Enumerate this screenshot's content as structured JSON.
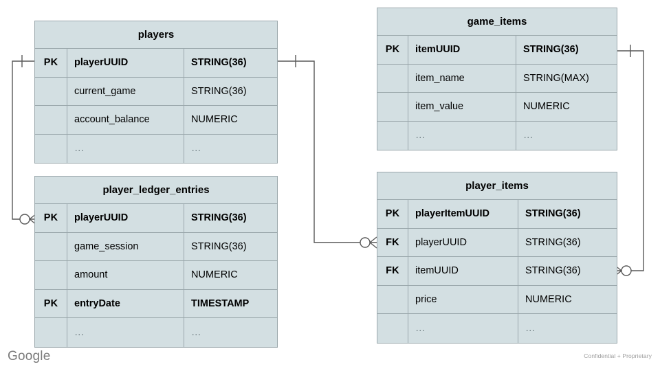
{
  "diagram": {
    "type": "entity-relationship-diagram",
    "colors": {
      "entity_fill": "#d3dfe2",
      "entity_border": "#9aa7ab",
      "connector": "#595959",
      "background": "#ffffff",
      "footer_text": "#7b7b7b"
    },
    "entities": [
      {
        "id": "players",
        "title": "players",
        "attributes": [
          {
            "key": "PK",
            "name": "playerUUID",
            "type": "STRING(36)",
            "bold": true
          },
          {
            "key": "",
            "name": "current_game",
            "type": "STRING(36)",
            "bold": false
          },
          {
            "key": "",
            "name": "account_balance",
            "type": "NUMERIC",
            "bold": false
          },
          {
            "key": "",
            "name": "…",
            "type": "…",
            "bold": false
          }
        ]
      },
      {
        "id": "player_ledger_entries",
        "title": "player_ledger_entries",
        "attributes": [
          {
            "key": "PK",
            "name": "playerUUID",
            "type": "STRING(36)",
            "bold": true
          },
          {
            "key": "",
            "name": "game_session",
            "type": "STRING(36)",
            "bold": false
          },
          {
            "key": "",
            "name": "amount",
            "type": "NUMERIC",
            "bold": false
          },
          {
            "key": "PK",
            "name": "entryDate",
            "type": "TIMESTAMP",
            "bold": true
          },
          {
            "key": "",
            "name": "…",
            "type": "…",
            "bold": false
          }
        ]
      },
      {
        "id": "game_items",
        "title": "game_items",
        "attributes": [
          {
            "key": "PK",
            "name": "itemUUID",
            "type": "STRING(36)",
            "bold": true
          },
          {
            "key": "",
            "name": "item_name",
            "type": "STRING(MAX)",
            "bold": false
          },
          {
            "key": "",
            "name": "item_value",
            "type": "NUMERIC",
            "bold": false
          },
          {
            "key": "",
            "name": "…",
            "type": "…",
            "bold": false
          }
        ]
      },
      {
        "id": "player_items",
        "title": "player_items",
        "attributes": [
          {
            "key": "PK",
            "name": "playerItemUUID",
            "type": "STRING(36)",
            "bold": true
          },
          {
            "key": "FK",
            "name": "playerUUID",
            "type": "STRING(36)",
            "bold": false
          },
          {
            "key": "FK",
            "name": "itemUUID",
            "type": "STRING(36)",
            "bold": false
          },
          {
            "key": "",
            "name": "price",
            "type": "NUMERIC",
            "bold": false
          },
          {
            "key": "",
            "name": "…",
            "type": "…",
            "bold": false
          }
        ]
      }
    ],
    "relationships": [
      {
        "id": "players-to-ledger",
        "from": "players.playerUUID",
        "to": "player_ledger_entries.playerUUID",
        "from_cardinality": "one",
        "to_cardinality": "zero-or-many"
      },
      {
        "id": "players-to-player-items",
        "from": "players.playerUUID",
        "to": "player_items.playerUUID",
        "from_cardinality": "one",
        "to_cardinality": "zero-or-many"
      },
      {
        "id": "game-items-to-player-items",
        "from": "game_items.itemUUID",
        "to": "player_items.itemUUID",
        "from_cardinality": "one",
        "to_cardinality": "zero-or-many"
      }
    ]
  },
  "footer": {
    "logo": "Google",
    "notice": "Confidential + Proprietary"
  }
}
